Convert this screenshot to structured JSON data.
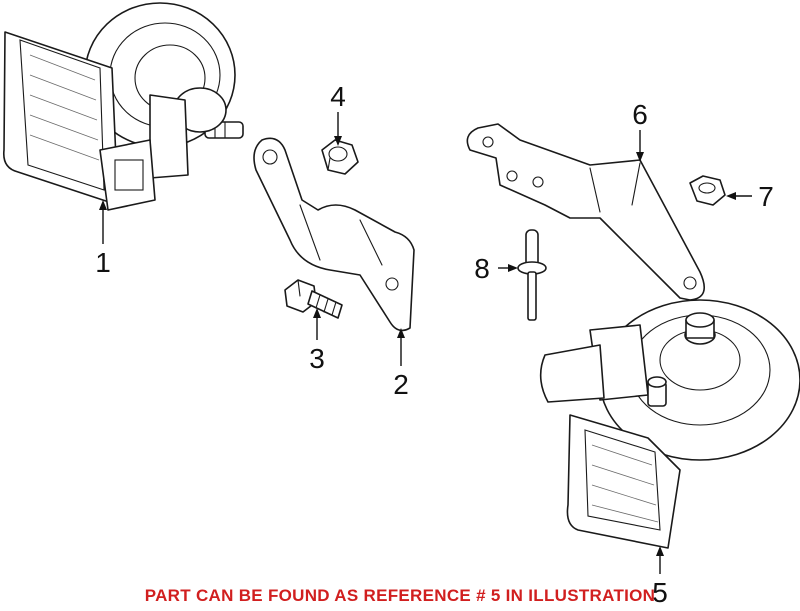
{
  "callouts": {
    "c1": "1",
    "c2": "2",
    "c3": "3",
    "c4": "4",
    "c5": "5",
    "c6": "6",
    "c7": "7",
    "c8": "8"
  },
  "note": {
    "text": "PART CAN BE FOUND AS REFERENCE # 5 IN ILLUSTRATION",
    "color": "#d11f1f"
  },
  "colors": {
    "line": "#1a1a1a",
    "background": "#ffffff"
  }
}
